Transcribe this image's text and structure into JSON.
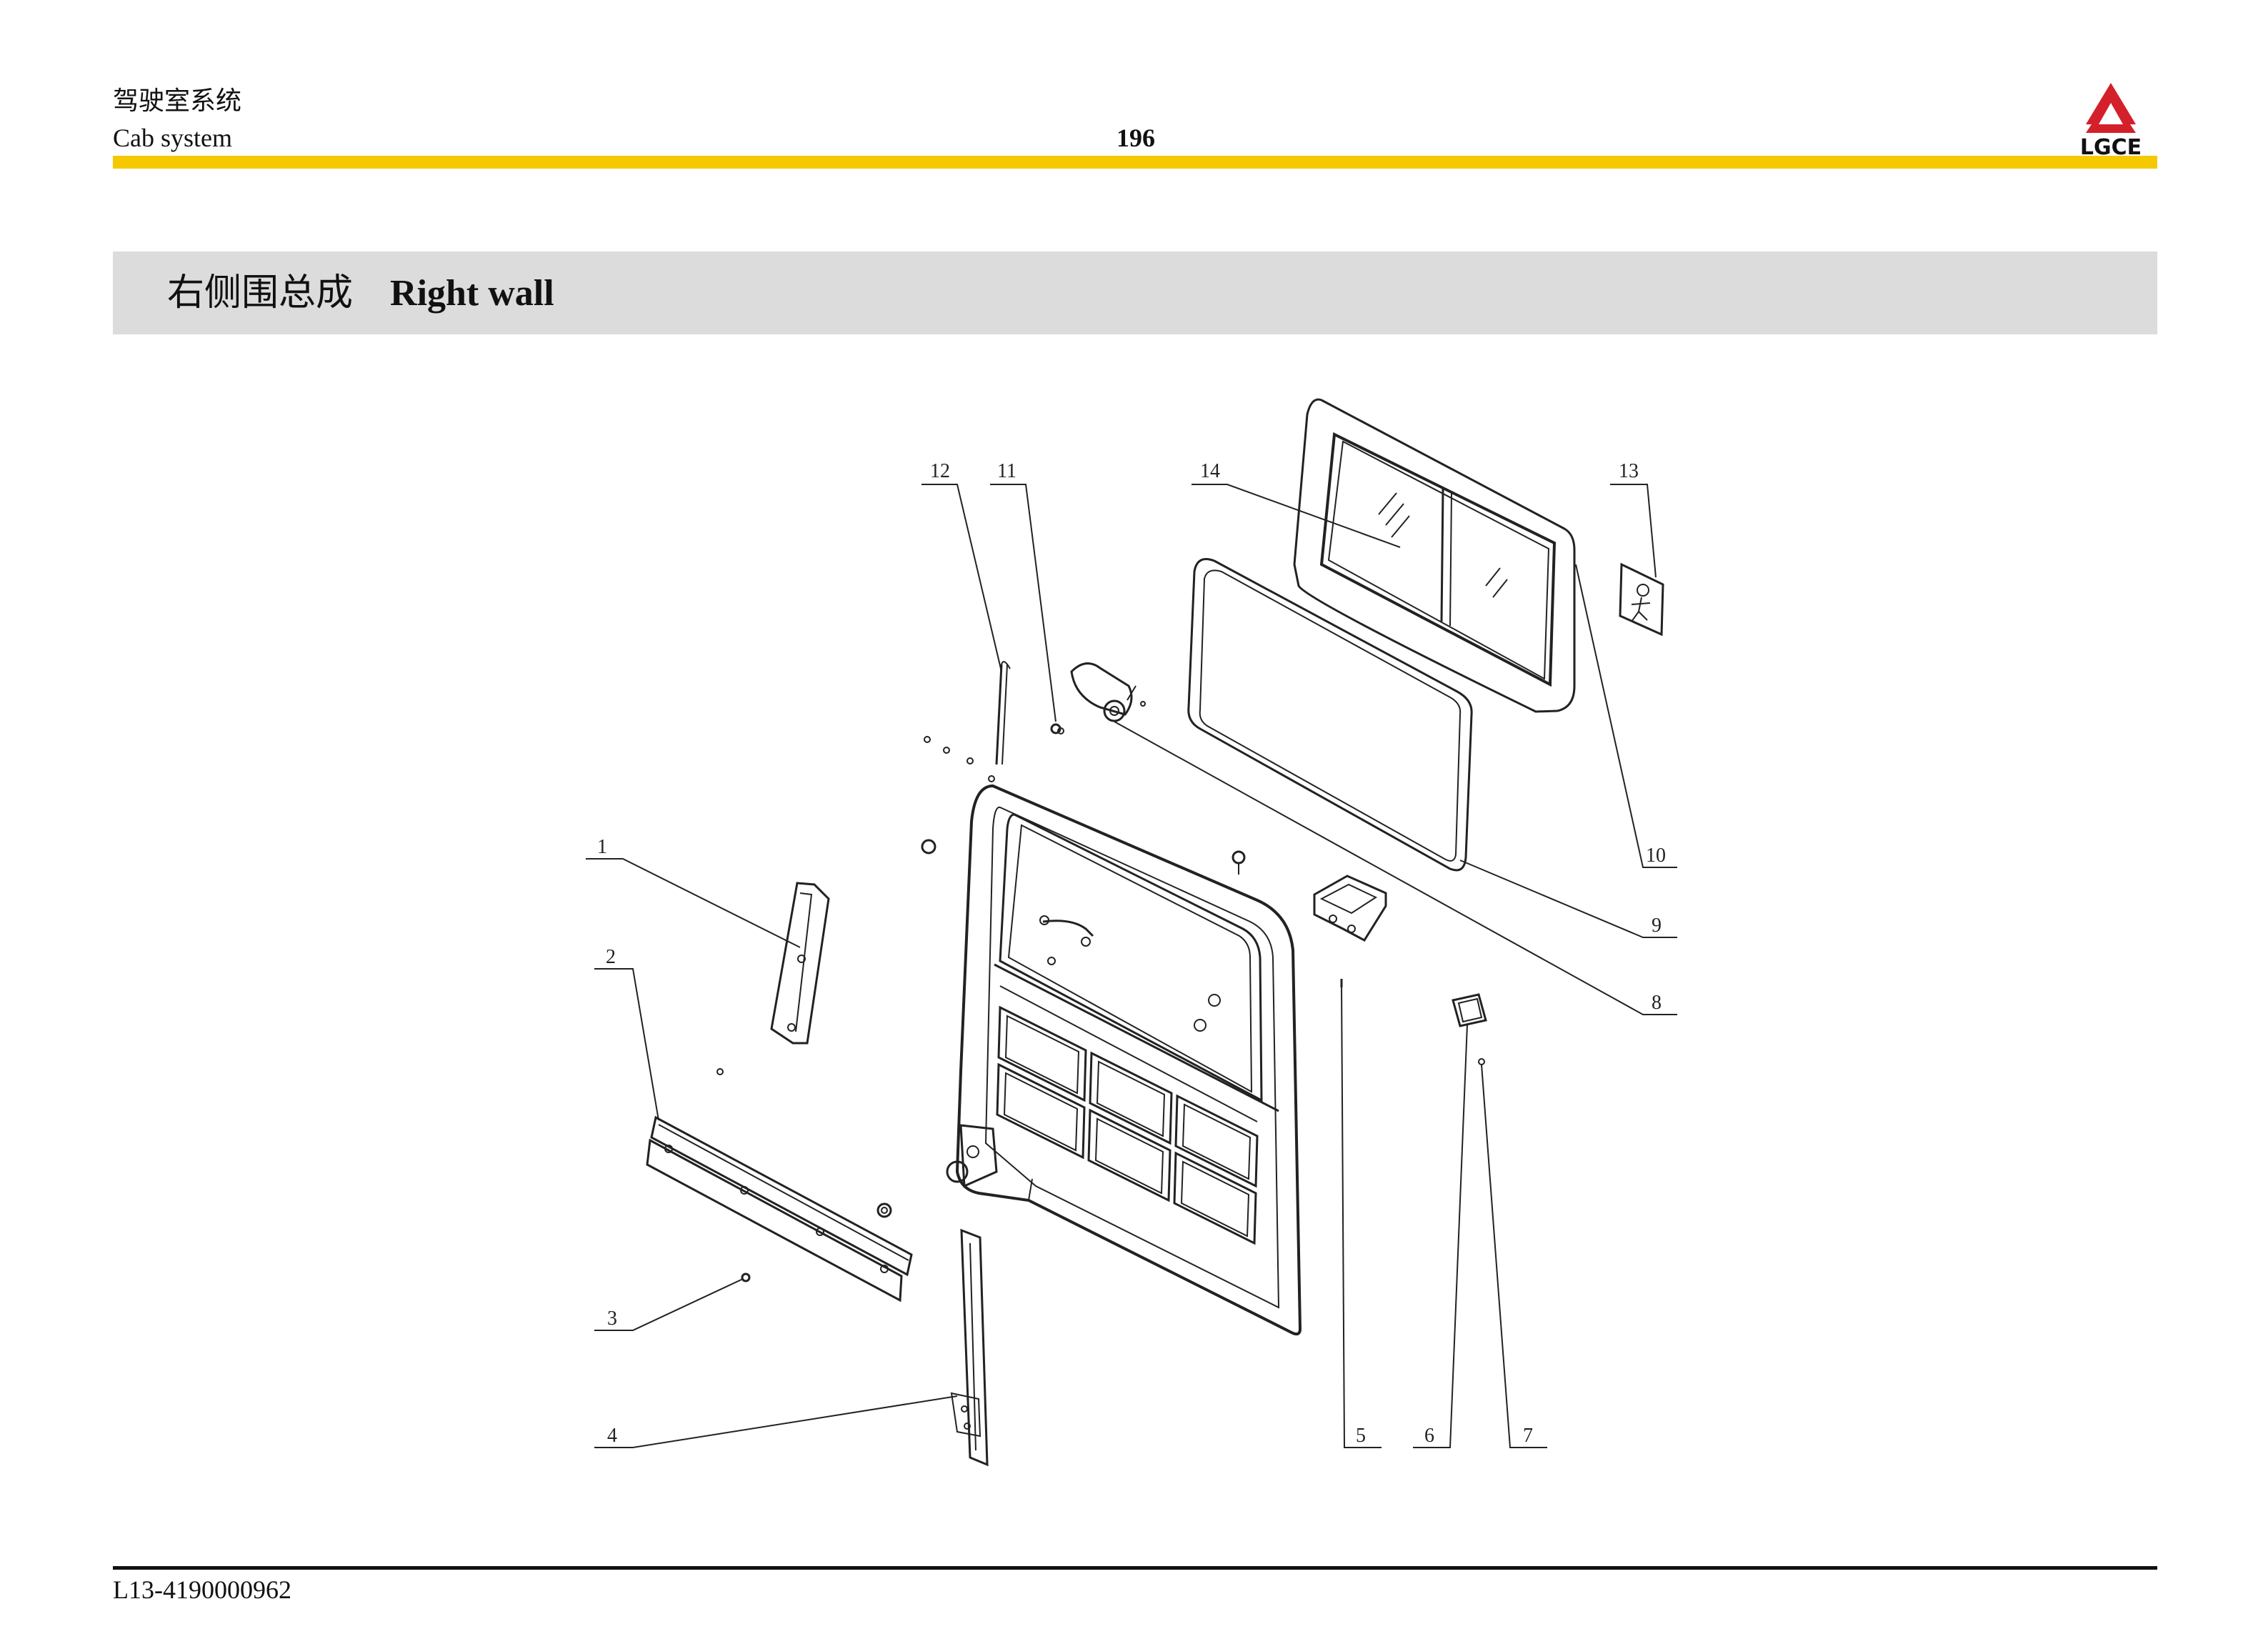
{
  "header": {
    "section_cn": "驾驶室系统",
    "section_en": "Cab system",
    "page_number": "196",
    "logo_text": "LGCE"
  },
  "title": {
    "cn": "右侧围总成",
    "en": "Right wall"
  },
  "callouts": [
    "1",
    "2",
    "3",
    "4",
    "5",
    "6",
    "7",
    "8",
    "9",
    "10",
    "11",
    "12",
    "13",
    "14"
  ],
  "footer": {
    "part_code": "L13-4190000962"
  },
  "colors": {
    "accent_bar": "#f5c800",
    "title_band": "#dcdcdd",
    "logo_red": "#d4202a"
  }
}
